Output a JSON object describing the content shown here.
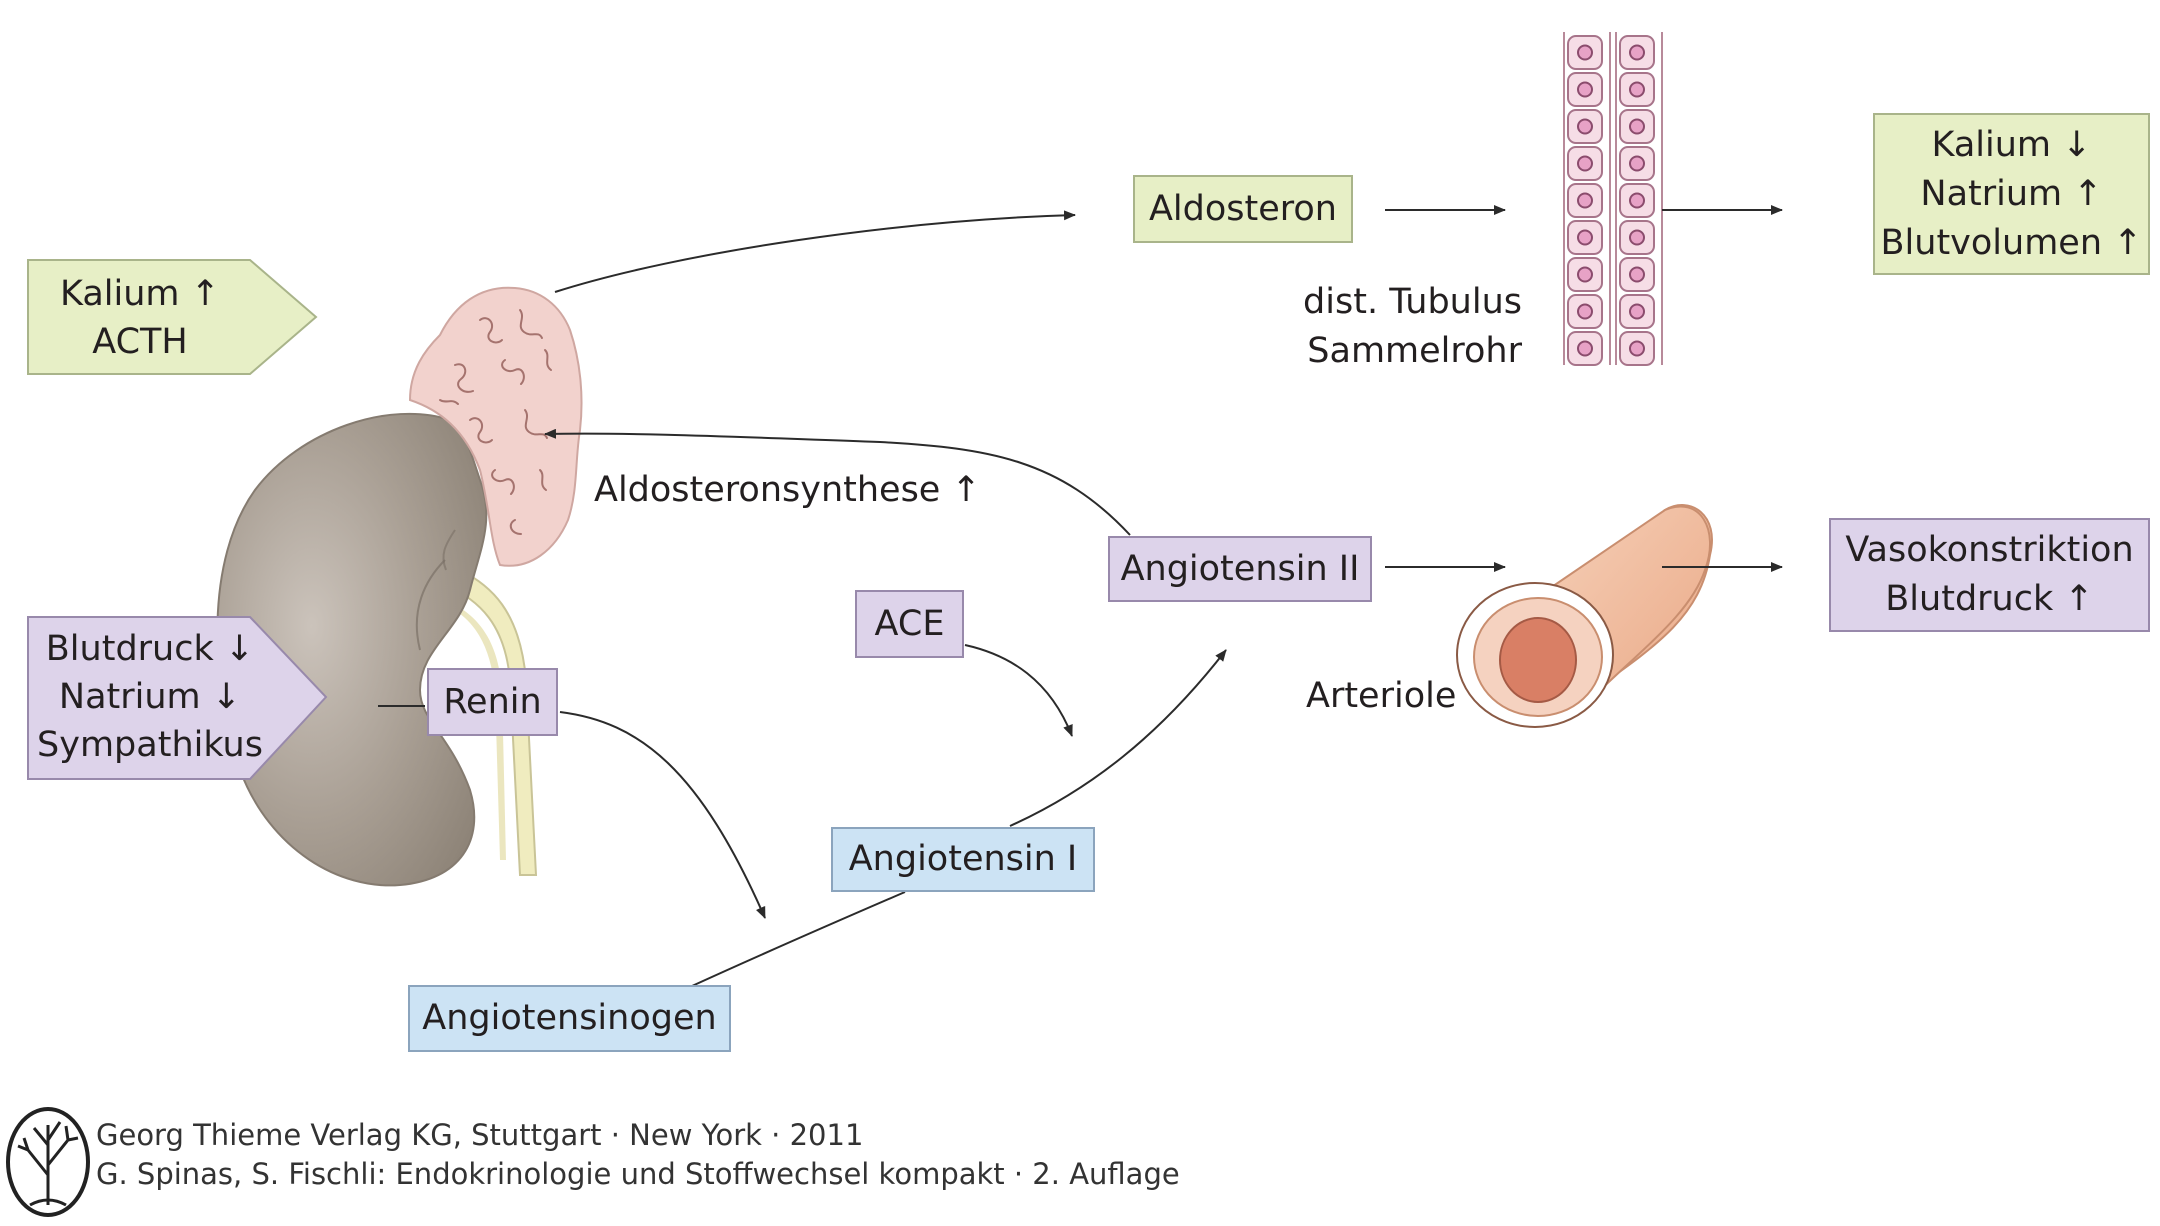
{
  "stimuli": {
    "top": [
      "Kalium ↑",
      "ACTH"
    ],
    "bottom": [
      "Blutdruck ↓",
      "Natrium ↓",
      "Sympathikus"
    ]
  },
  "hormones": {
    "aldosteron": "Aldosteron",
    "renin": "Renin",
    "ace": "ACE",
    "angiotensin_ii": "Angiotensin II",
    "angiotensin_i": "Angiotensin I",
    "angiotensinogen": "Angiotensinogen"
  },
  "labels": {
    "tubulus_1": "dist. Tubulus",
    "tubulus_2": "Sammelrohr",
    "synthese": "Aldosteronsynthese ↑",
    "arteriole": "Arteriole"
  },
  "effects": {
    "aldosteron": [
      "Kalium ↓",
      "Natrium ↑",
      "Blutvolumen ↑"
    ],
    "angiotensin": [
      "Vasokonstriktion",
      "Blutdruck ↑"
    ]
  },
  "credits": {
    "line1": "Georg Thieme Verlag KG, Stuttgart · New York · 2011",
    "line2": "G. Spinas, S. Fischli: Endokrinologie und Stoffwechsel kompakt · 2. Auflage"
  },
  "colors": {
    "green_box": "#e7efc6",
    "purple_box": "#ddd3ea",
    "blue_box": "#cce3f4",
    "kidney": "#a0968b",
    "adrenal": "#f1d0cc",
    "arteriole": "#f0b99a"
  },
  "icons": [
    "kidney-illustration",
    "adrenal-gland-illustration",
    "tubulus-cells-illustration",
    "arteriole-illustration",
    "publisher-tree-logo"
  ]
}
